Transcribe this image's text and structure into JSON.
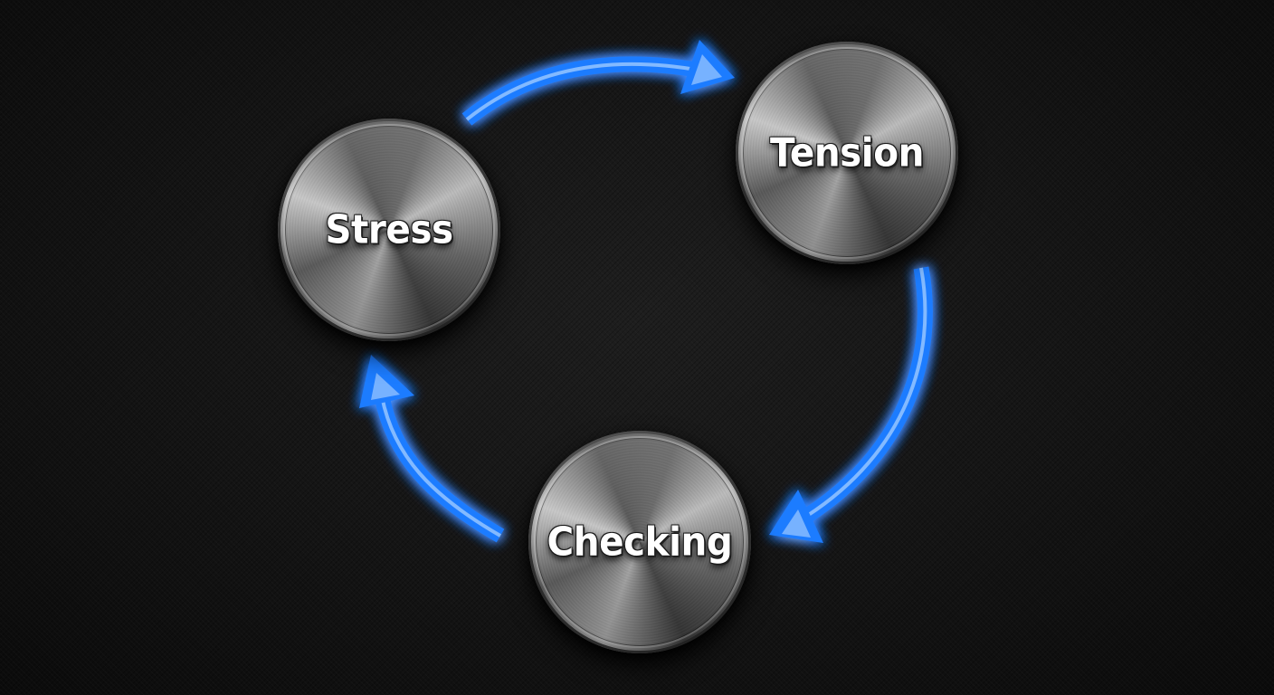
{
  "nodes": {
    "stress": {
      "label": "Stress"
    },
    "tension": {
      "label": "Tension"
    },
    "checking": {
      "label": "Checking"
    }
  },
  "colors": {
    "background": "#111111",
    "arrow": "#1f7cff",
    "arrow_glow": "#2a6dff",
    "arrow_core": "#cfe6ff",
    "label": "#ffffff"
  },
  "flow": [
    {
      "from": "stress",
      "to": "tension"
    },
    {
      "from": "tension",
      "to": "checking"
    },
    {
      "from": "checking",
      "to": "stress"
    }
  ]
}
